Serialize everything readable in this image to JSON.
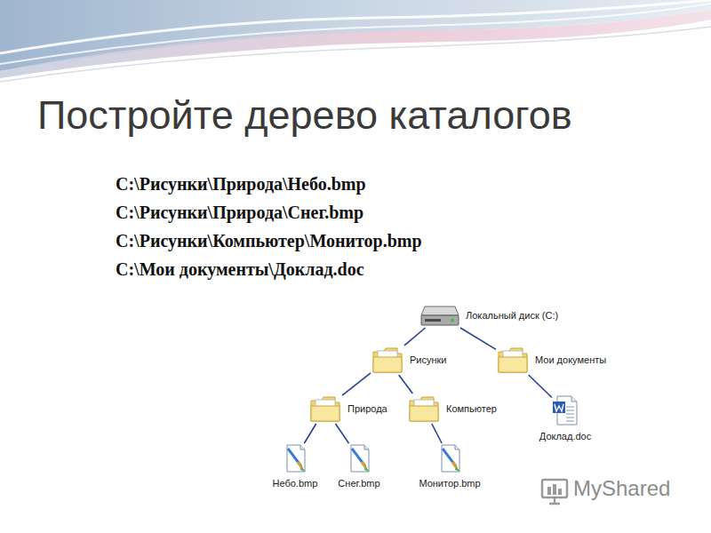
{
  "diagram": {
    "title": "Постройте дерево каталогов",
    "nodes": [
      {
        "text": [
          "Локальный диск (C:)"
        ]
      },
      {
        "text": [
          "Рисунки"
        ]
      },
      {
        "text": [
          "Мои документы"
        ]
      },
      {
        "text": [
          "Природа"
        ]
      },
      {
        "text": [
          "Компьютер"
        ]
      },
      {
        "text": [
          "Доклад.doc"
        ]
      },
      {
        "text": [
          "Небо.bmp"
        ]
      },
      {
        "text": [
          "Снег.bmp"
        ]
      },
      {
        "text": [
          "Монитор.bmp"
        ]
      }
    ],
    "edges": [
      {
        "from": 0,
        "to": 1,
        "arrow": "none"
      },
      {
        "from": 0,
        "to": 2,
        "arrow": "none"
      },
      {
        "from": 1,
        "to": 3,
        "arrow": "none"
      },
      {
        "from": 1,
        "to": 4,
        "arrow": "none"
      },
      {
        "from": 2,
        "to": 5,
        "arrow": "none"
      },
      {
        "from": 3,
        "to": 6,
        "arrow": "none"
      },
      {
        "from": 3,
        "to": 7,
        "arrow": "none"
      },
      {
        "from": 4,
        "to": 8,
        "arrow": "none"
      }
    ],
    "labels": [
      "C:\\Рисунки\\Природа\\Небо.bmp",
      "C:\\Рисунки\\Природа\\Снег.bmp",
      "C:\\Рисунки\\Компьютер\\Монитор.bmp",
      "C:\\Мои документы\\Доклад.doc",
      "MyShared"
    ]
  }
}
